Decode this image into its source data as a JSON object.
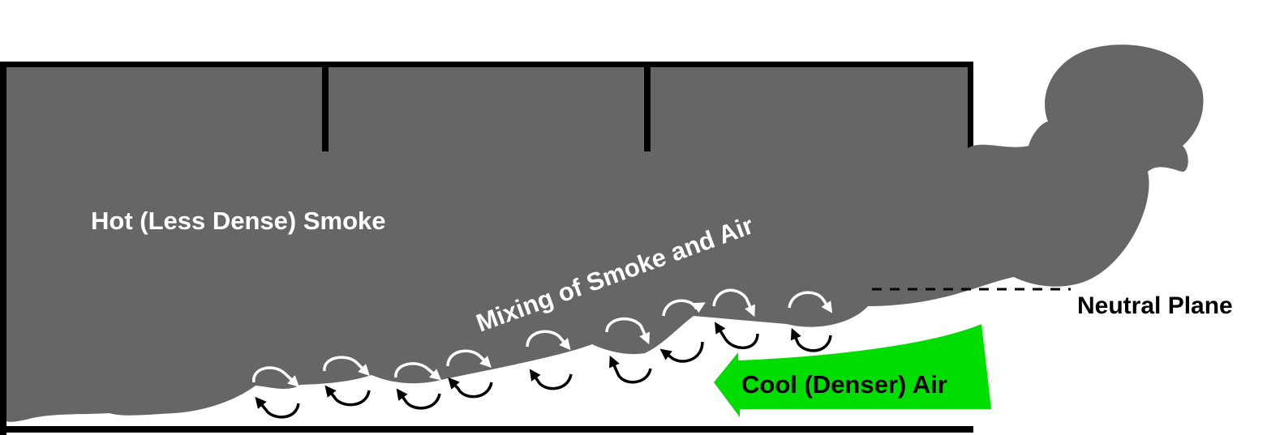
{
  "labels": {
    "hot_smoke": "Hot (Less Dense) Smoke",
    "mixing": "Mixing of Smoke and Air",
    "neutral_plane": "Neutral Plane",
    "cool_air": "Cool (Denser) Air"
  },
  "colors": {
    "smoke": "#666666",
    "cool_air_arrow": "#00dd00",
    "structure": "#000000",
    "mixing_arrow_upper": "#ffffff",
    "mixing_arrow_lower": "#000000",
    "background": "#ffffff"
  }
}
